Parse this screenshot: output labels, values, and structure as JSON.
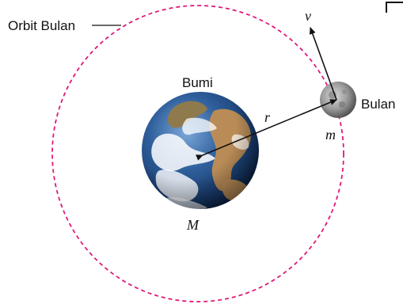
{
  "diagram": {
    "labels": {
      "orbit": "Orbit Bulan",
      "earth": "Bumi",
      "moon": "Bulan",
      "earth_mass": "M",
      "moon_mass": "m",
      "radius": "r",
      "velocity": "v"
    },
    "colors": {
      "orbit": "#e0197a",
      "arrow": "#111111",
      "earth_ocean": "#2a5a9a",
      "earth_land": "#b88a55",
      "moon": "#9a9a9a",
      "clouds": "#ffffff"
    }
  }
}
